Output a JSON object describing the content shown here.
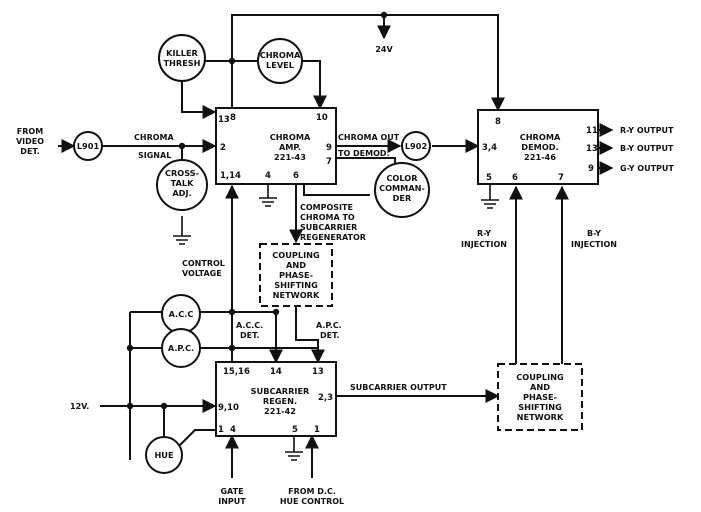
{
  "diagram": {
    "supply_24v": "24V",
    "supply_12v": "12V.",
    "input_label": [
      "FROM",
      "VIDEO",
      "DET."
    ],
    "l901": "L901",
    "l902": "L902",
    "chroma_signal": [
      "CHROMA",
      "SIGNAL"
    ],
    "killer_thresh": [
      "KILLER",
      "THRESH"
    ],
    "chroma_level": [
      "CHROMA",
      "LEVEL"
    ],
    "cross_talk": [
      "CROSS-",
      "TALK",
      "ADJ."
    ],
    "color_commander": [
      "COLOR",
      "COMMAN-",
      "DER"
    ],
    "chroma_amp": {
      "title": [
        "CHROMA",
        "AMP.",
        "221-43"
      ],
      "pins": [
        "13",
        "8",
        "10",
        "2",
        "9",
        "7",
        "1,14",
        "4",
        "6"
      ]
    },
    "chroma_out": [
      "CHROMA OUT",
      "TO DEMOD."
    ],
    "chroma_demod": {
      "title": [
        "CHROMA",
        "DEMOD.",
        "221-46"
      ],
      "pins": [
        "8",
        "3,4",
        "5",
        "6",
        "7",
        "11",
        "13",
        "9"
      ]
    },
    "outputs": [
      "R-Y OUTPUT",
      "B-Y OUTPUT",
      "G-Y OUTPUT"
    ],
    "composite": [
      "COMPOSITE",
      "CHROMA TO",
      "SUBCARRIER",
      "REGENERATOR"
    ],
    "coupling_net": [
      "COUPLING",
      "AND",
      "PHASE-",
      "SHIFTING",
      "NETWORK"
    ],
    "control_voltage": [
      "CONTROL",
      "VOLTAGE"
    ],
    "ry_injection": [
      "R-Y",
      "INJECTION"
    ],
    "by_injection": [
      "B-Y",
      "INJECTION"
    ],
    "acc": "A.C.C",
    "apc": "A.P.C.",
    "acc_det": [
      "A.C.C.",
      "DET."
    ],
    "apc_det": [
      "A.P.C.",
      "DET."
    ],
    "subcarrier": {
      "title": [
        "SUBCARRIER",
        "REGEN.",
        "221-42"
      ],
      "pins": [
        "15,16",
        "14",
        "13",
        "9,10",
        "2,3",
        "1",
        "4",
        "5",
        "1"
      ]
    },
    "subcarrier_output": "SUBCARRIER OUTPUT",
    "hue": "HUE",
    "gate_input": [
      "GATE",
      "INPUT"
    ],
    "hue_control": [
      "FROM D.C.",
      "HUE CONTROL"
    ]
  }
}
